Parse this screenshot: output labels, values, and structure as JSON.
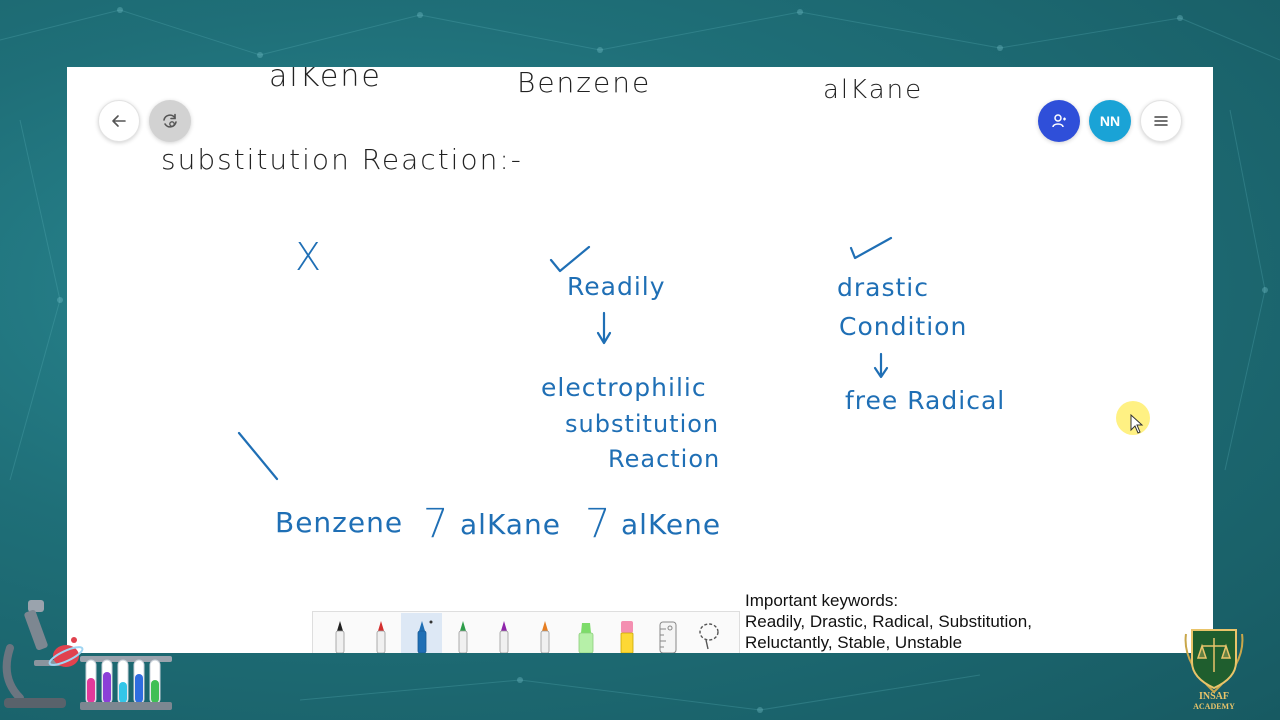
{
  "canvas": {
    "headings": {
      "alkene": "alKene",
      "benzene": "Benzene",
      "alkane": "alKane"
    },
    "title": "substitution Reaction:-",
    "alkene_mark": "X",
    "benzene_col": {
      "word": "Readily",
      "result_line1": "electrophilic",
      "result_line2": "substitution",
      "result_line3": "Reaction"
    },
    "alkane_col": {
      "word1": "drastic",
      "word2": "Condition",
      "result": "free Radical"
    },
    "order": {
      "item1": "Benzene",
      "item2": "alKane",
      "item3": "alKene",
      "symbol": "7"
    }
  },
  "top_left_buttons": {
    "back_icon": "arrow-left-icon",
    "sync_icon": "sync-icon"
  },
  "top_right_buttons": {
    "user_icon": "user-icon",
    "avatar_initials": "NN",
    "menu_icon": "menu-icon"
  },
  "toolbar": {
    "tools": [
      "black-pen",
      "red-pen",
      "blue-pen",
      "green-pen",
      "purple-pen",
      "orange-pen",
      "green-highlighter",
      "pink-highlighter",
      "ruler",
      "lasso"
    ],
    "active_tool": "blue-pen"
  },
  "keywords": {
    "line1": "Important keywords:",
    "line2": "Readily, Drastic, Radical, Substitution,",
    "line3": "Reluctantly, Stable, Unstable"
  },
  "branding": {
    "logo_line1": "INSAF",
    "logo_line2": "ACADEMY"
  },
  "colors": {
    "ink_blue": "#1f6fb5",
    "ink_black": "#222222",
    "background": "#1f6f78",
    "user_button": "#2f4fd9",
    "avatar_button": "#1aa3d6"
  }
}
